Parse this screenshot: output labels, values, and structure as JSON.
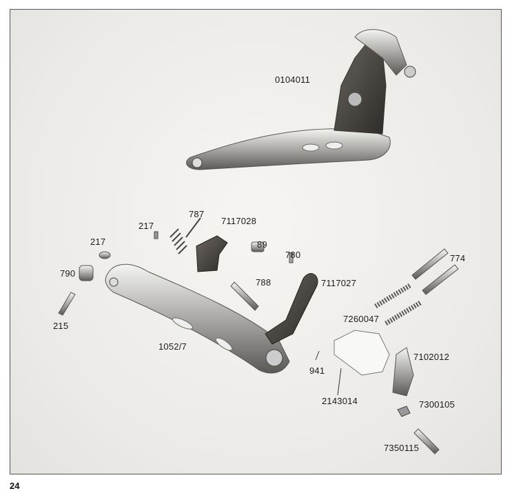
{
  "page_number": "24",
  "labels": {
    "front_derailleur_assembly": "0104011",
    "spring": "787",
    "small_part_217_top": "217",
    "cage_plate_7117028": "7117028",
    "nut_217": "217",
    "screw_89": "89",
    "pin_780": "780",
    "screws_774": "774",
    "bushing_790": "790",
    "pin_788": "788",
    "lever_7117027": "7117027",
    "springs_7260047": "7260047",
    "screw_215": "215",
    "arm_1052_7": "1052/7",
    "part_941": "941",
    "clamp_7102012": "7102012",
    "body_2143014": "2143014",
    "clip_7300105": "7300105",
    "bolt_7350115": "7350115"
  }
}
